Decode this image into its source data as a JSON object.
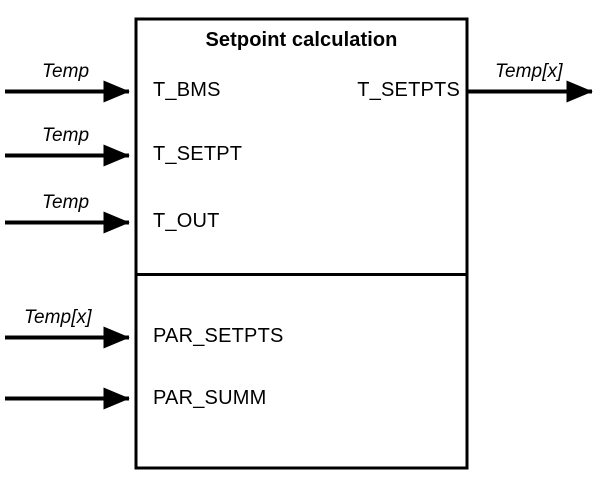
{
  "diagram": {
    "type": "block-diagram",
    "title": "Setpoint calculation",
    "block": {
      "label": "Setpoint calculation",
      "border_color": "#000000",
      "fill_color": "#ffffff",
      "divider": true,
      "sections": [
        {
          "name": "signal-section",
          "ports": {
            "inputs": [
              "T_BMS",
              "T_SETPT",
              "T_OUT"
            ],
            "outputs": [
              "T_SETPTS"
            ]
          }
        },
        {
          "name": "parameter-section",
          "ports": {
            "inputs": [
              "PAR_SETPTS",
              "PAR_SUMM"
            ],
            "outputs": []
          }
        }
      ]
    },
    "ports": {
      "in_1": {
        "name": "T_BMS",
        "signal": "Temp"
      },
      "in_2": {
        "name": "T_SETPT",
        "signal": "Temp"
      },
      "in_3": {
        "name": "T_OUT",
        "signal": "Temp"
      },
      "in_4": {
        "name": "PAR_SETPTS",
        "signal": "Temp[x]"
      },
      "in_5": {
        "name": "PAR_SUMM",
        "signal": ""
      },
      "out_1": {
        "name": "T_SETPTS",
        "signal": "Temp[x]"
      }
    },
    "arrows": [
      {
        "name": "arrow-in-t-bms",
        "direction": "right"
      },
      {
        "name": "arrow-in-t-setpt",
        "direction": "right"
      },
      {
        "name": "arrow-in-t-out",
        "direction": "right"
      },
      {
        "name": "arrow-in-par-setpts",
        "direction": "right"
      },
      {
        "name": "arrow-in-par-summ",
        "direction": "right"
      },
      {
        "name": "arrow-out-t-setpts",
        "direction": "right"
      }
    ],
    "colors": {
      "stroke": "#000000",
      "background": "#ffffff"
    }
  }
}
